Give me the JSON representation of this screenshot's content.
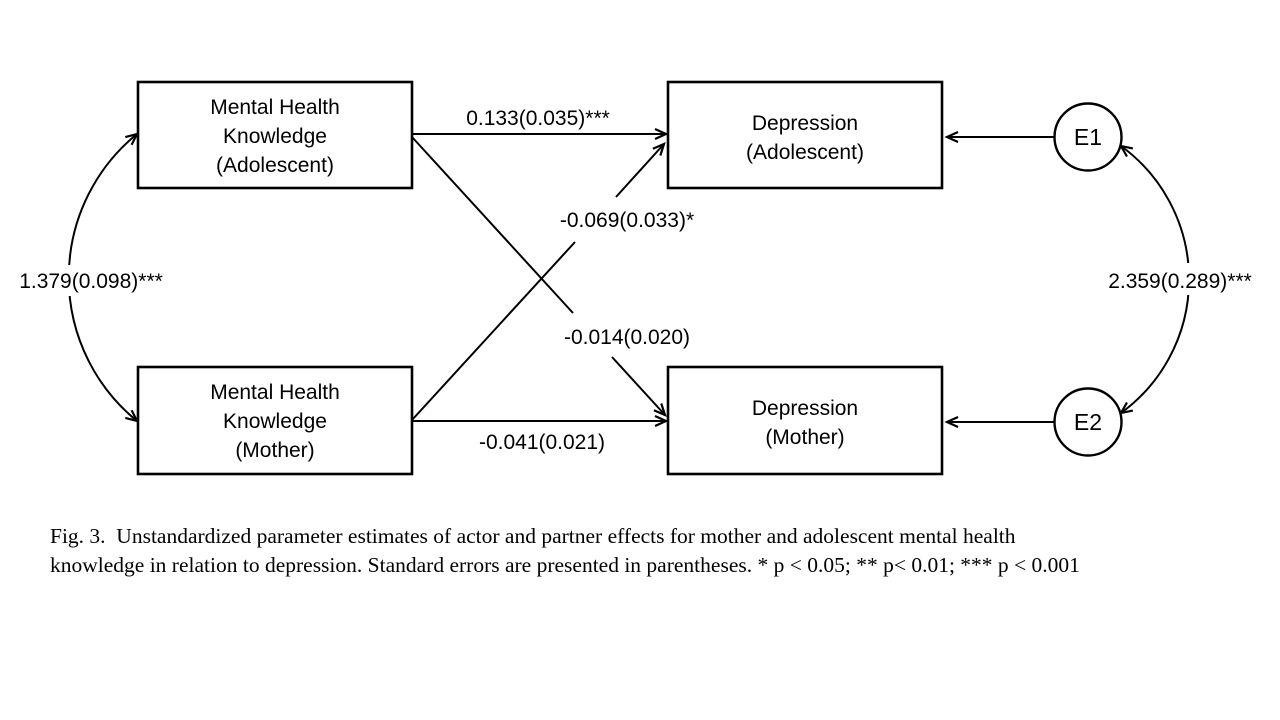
{
  "figure": {
    "background_color": "#ffffff",
    "line_color": "#000000"
  },
  "diagram": {
    "nodes": {
      "mhk_adolescent": {
        "lines": [
          "Mental Health",
          "Knowledge",
          "(Adolescent)"
        ]
      },
      "dep_adolescent": {
        "lines": [
          "Depression",
          "(Adolescent)"
        ]
      },
      "mhk_mother": {
        "lines": [
          "Mental Health",
          "Knowledge",
          "(Mother)"
        ]
      },
      "dep_mother": {
        "lines": [
          "Depression",
          "(Mother)"
        ]
      },
      "error1": {
        "label": "E1"
      },
      "error2": {
        "label": "E2"
      }
    },
    "edges": {
      "actor_adolescent": {
        "label": "0.133(0.035)***"
      },
      "partner_mother_to_adolescent": {
        "label": "-0.069(0.033)*"
      },
      "partner_adolescent_to_mother": {
        "label": "-0.014(0.020)"
      },
      "actor_mother": {
        "label": "-0.041(0.021)"
      },
      "covariance_knowledge": {
        "label": "1.379(0.098)***"
      },
      "covariance_errors": {
        "label": "2.359(0.289)***"
      }
    }
  },
  "caption": {
    "line1": "Fig. 3.  Unstandardized parameter estimates of actor and partner effects for mother and adolescent mental health",
    "line2": "knowledge in relation to depression. Standard errors are presented in parentheses. * p < 0.05; ** p< 0.01; *** p < 0.001"
  }
}
